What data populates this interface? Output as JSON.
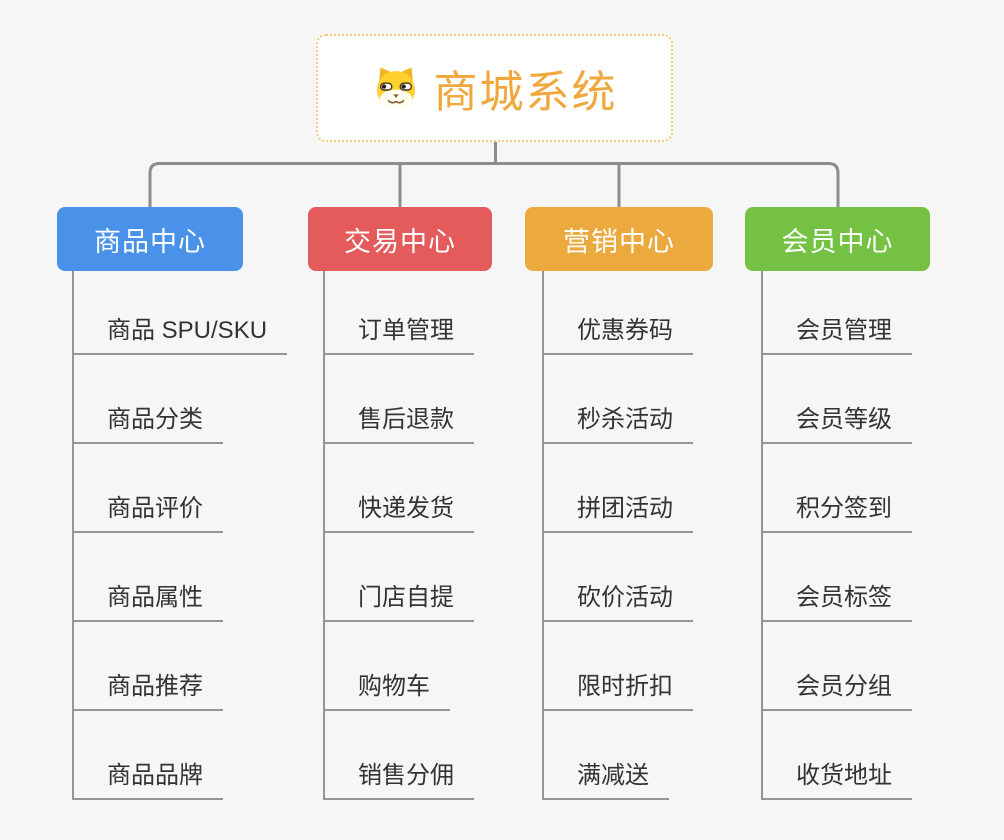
{
  "page": {
    "background": "#f6f6f6",
    "connector_color": "#8d8d8d"
  },
  "root": {
    "title": "商城系统",
    "icon": "dog-face-icon",
    "text_color": "#f0a73c",
    "border_color": "#f8c97d"
  },
  "branches": [
    {
      "label": "商品中心",
      "color": "#4a91e9",
      "children": [
        "商品 SPU/SKU",
        "商品分类",
        "商品评价",
        "商品属性",
        "商品推荐",
        "商品品牌"
      ]
    },
    {
      "label": "交易中心",
      "color": "#e35b5b",
      "children": [
        "订单管理",
        "售后退款",
        "快递发货",
        "门店自提",
        "购物车",
        "销售分佣"
      ]
    },
    {
      "label": "营销中心",
      "color": "#ecaa3e",
      "children": [
        "优惠券码",
        "秒杀活动",
        "拼团活动",
        "砍价活动",
        "限时折扣",
        "满减送"
      ]
    },
    {
      "label": "会员中心",
      "color": "#74c143",
      "children": [
        "会员管理",
        "会员等级",
        "积分签到",
        "会员标签",
        "会员分组",
        "收货地址"
      ]
    }
  ]
}
